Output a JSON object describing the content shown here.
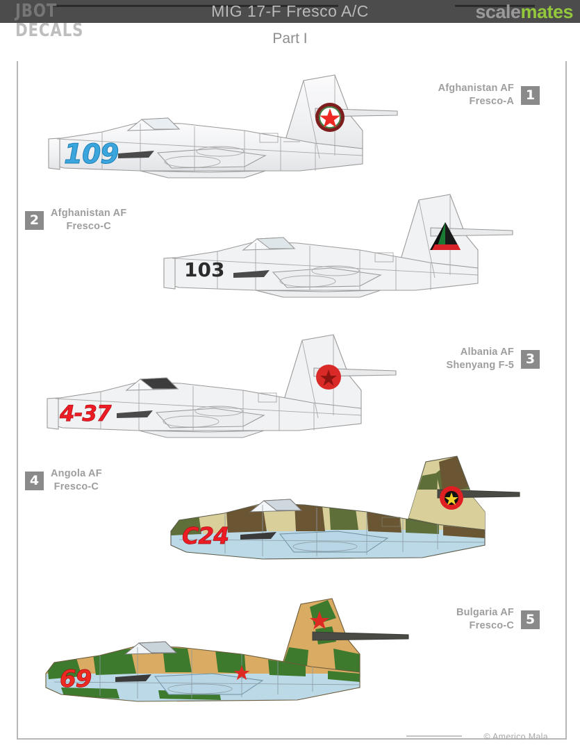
{
  "header": {
    "title": "MIG 17-F   Fresco A/C",
    "subtitle": "Part I",
    "brand_line1": "JBOT",
    "brand_line2": "DECALS",
    "watermark_a": "scale",
    "watermark_b": "mates"
  },
  "footer": {
    "credit": "© Americo Mala"
  },
  "colors": {
    "header_bg": "#4c4c4c",
    "header_text": "#b9b9b9",
    "caption_text": "#9e9e9e",
    "numbox_bg": "#8a8a8a",
    "watermark_green": "#93c83d",
    "blue_serial": "#3aa6dd",
    "red_serial": "#ed1c24",
    "black_serial": "#2b2b2b",
    "camo_tan": "#d9cf9a",
    "camo_green": "#5f6f3a",
    "camo_brown": "#6b5634",
    "underside_blue": "#bcd9e8",
    "desert_sand": "#d9ab63",
    "desert_green": "#3d7a2e",
    "outline_grey": "#9a9a9a",
    "natural_metal": "#f2f3f4"
  },
  "profiles": [
    {
      "number": "1",
      "country": "Afghanistan AF",
      "variant": "Fresco-A",
      "serial": "109",
      "serial_color": "#3aa6dd",
      "scheme": "natural-metal",
      "marking": "red-star-roundel",
      "caption_side": "right"
    },
    {
      "number": "2",
      "country": "Afghanistan AF",
      "variant": "Fresco-C",
      "serial": "103",
      "serial_color": "#2b2b2b",
      "scheme": "natural-metal",
      "marking": "afghan-triangle",
      "caption_side": "left"
    },
    {
      "number": "3",
      "country": "Albania AF",
      "variant": "Shenyang F-5",
      "serial": "4-37",
      "serial_color": "#ed1c24",
      "scheme": "natural-metal",
      "marking": "albanian-red-star",
      "caption_side": "right"
    },
    {
      "number": "4",
      "country": "Angola AF",
      "variant": "Fresco-C",
      "serial": "C24",
      "serial_color": "#ed1c24",
      "scheme": "woodland-camouflage",
      "marking": "angola-star-roundel",
      "caption_side": "left"
    },
    {
      "number": "5",
      "country": "Bulgaria AF",
      "variant": "Fresco-C",
      "serial": "69",
      "serial_color": "#ed1c24",
      "scheme": "desert-camouflage",
      "marking": "bulgarian-red-star",
      "caption_side": "right"
    }
  ]
}
